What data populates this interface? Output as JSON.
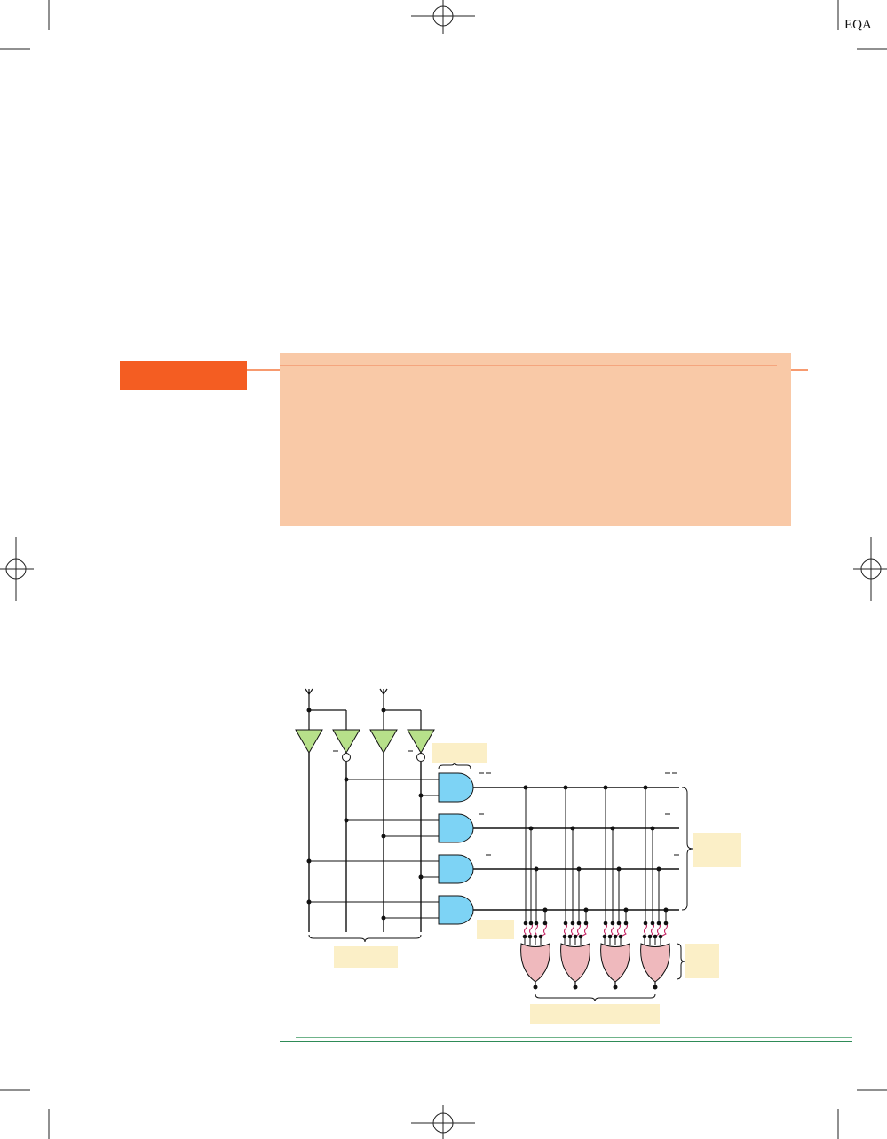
{
  "header": {
    "tag": "EQA"
  },
  "colors": {
    "accent_orange": "#f45d22",
    "panel_peach": "#f9c9a7",
    "rule_green": "#2e8b57",
    "buffer_green": "#b7e08a",
    "and_blue": "#7dd3f5",
    "or_pink": "#efb9bd",
    "label_box": "#fbefc7",
    "fuse_red": "#c2185b"
  },
  "diagram": {
    "input_buffers": 4,
    "and_gates": 4,
    "or_gates": 4,
    "fuses_per_or_gate": 4,
    "label_boxes": [
      "",
      "",
      "",
      "",
      ""
    ]
  }
}
